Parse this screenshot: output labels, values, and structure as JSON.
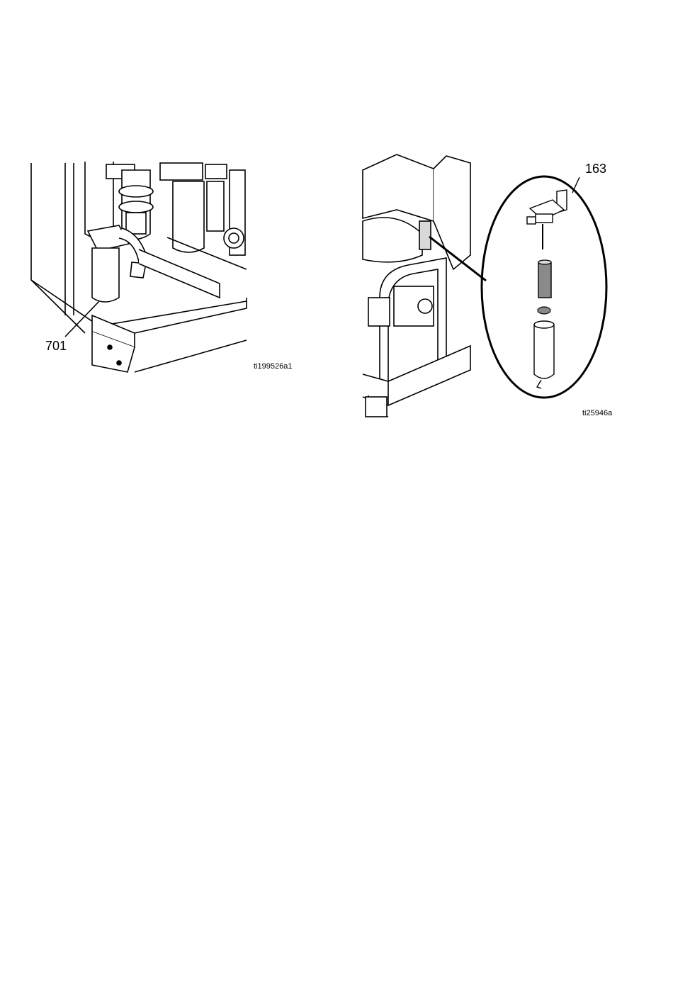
{
  "figures": [
    {
      "callout": "701",
      "figure_id": "ti199526a1"
    },
    {
      "callout": "163",
      "figure_id": "ti25946a"
    }
  ],
  "colors": {
    "line": "#000000",
    "background": "#ffffff",
    "shade": "#d9d9d9",
    "dark_shade": "#8a8a8a"
  }
}
